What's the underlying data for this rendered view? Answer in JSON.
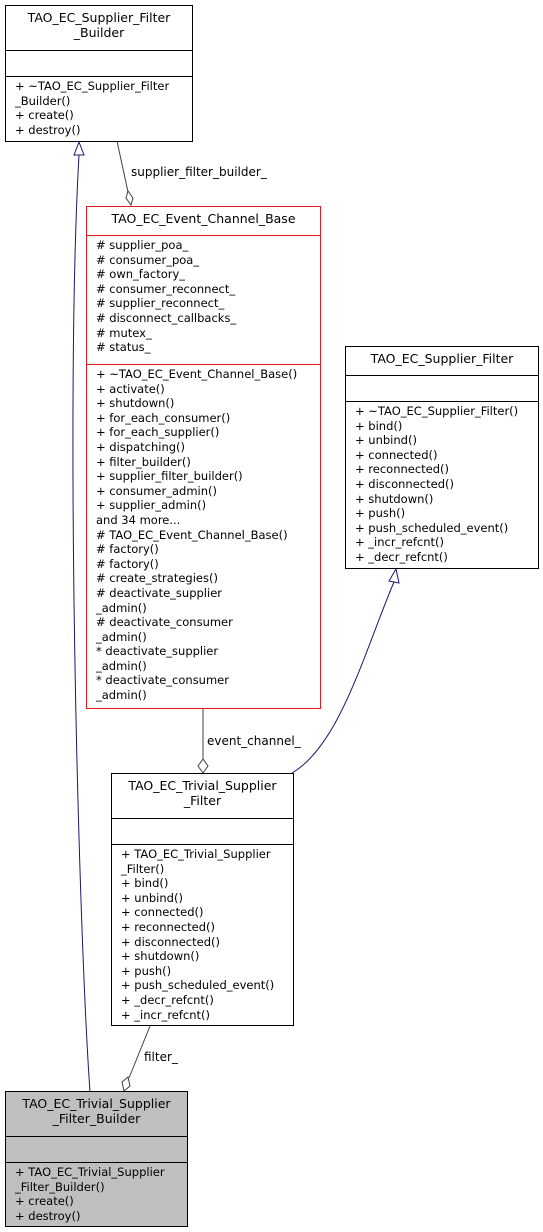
{
  "classes": {
    "supplier_filter_builder": {
      "title": [
        "TAO_EC_Supplier_Filter",
        "_Builder"
      ],
      "attributes": [],
      "operations": [
        "+ ~TAO_EC_Supplier_Filter",
        "_Builder()",
        "+ create()",
        "+ destroy()"
      ]
    },
    "event_channel_base": {
      "title": [
        "TAO_EC_Event_Channel_Base"
      ],
      "attributes": [
        "# supplier_poa_",
        "# consumer_poa_",
        "# own_factory_",
        "# consumer_reconnect_",
        "# supplier_reconnect_",
        "# disconnect_callbacks_",
        "# mutex_",
        "# status_"
      ],
      "operations": [
        "+ ~TAO_EC_Event_Channel_Base()",
        "+ activate()",
        "+ shutdown()",
        "+ for_each_consumer()",
        "+ for_each_supplier()",
        "+ dispatching()",
        "+ filter_builder()",
        "+ supplier_filter_builder()",
        "+ consumer_admin()",
        "+ supplier_admin()",
        "and 34 more...",
        "# TAO_EC_Event_Channel_Base()",
        "# factory()",
        "# factory()",
        "# create_strategies()",
        "# deactivate_supplier",
        "_admin()",
        "# deactivate_consumer",
        "_admin()",
        "* deactivate_supplier",
        "_admin()",
        "* deactivate_consumer",
        "_admin()"
      ]
    },
    "supplier_filter": {
      "title": [
        "TAO_EC_Supplier_Filter"
      ],
      "attributes": [],
      "operations": [
        "+ ~TAO_EC_Supplier_Filter()",
        "+ bind()",
        "+ unbind()",
        "+ connected()",
        "+ reconnected()",
        "+ disconnected()",
        "+ shutdown()",
        "+ push()",
        "+ push_scheduled_event()",
        "+ _incr_refcnt()",
        "+ _decr_refcnt()"
      ]
    },
    "trivial_supplier_filter": {
      "title": [
        "TAO_EC_Trivial_Supplier",
        "_Filter"
      ],
      "attributes": [],
      "operations": [
        "+ TAO_EC_Trivial_Supplier",
        "_Filter()",
        "+ bind()",
        "+ unbind()",
        "+ connected()",
        "+ reconnected()",
        "+ disconnected()",
        "+ shutdown()",
        "+ push()",
        "+ push_scheduled_event()",
        "+ _decr_refcnt()",
        "+ _incr_refcnt()"
      ]
    },
    "trivial_supplier_filter_builder": {
      "title": [
        "TAO_EC_Trivial_Supplier",
        "_Filter_Builder"
      ],
      "attributes": [],
      "operations": [
        "+ TAO_EC_Trivial_Supplier",
        "_Filter_Builder()",
        "+ create()",
        "+ destroy()"
      ]
    }
  },
  "edges": {
    "supplier_filter_builder_label": "supplier_filter_builder_",
    "event_channel_label": "event_channel_",
    "filter_label": "filter_"
  },
  "colors": {
    "inheritance_edge": "#191970",
    "composition_edge": "#404040",
    "highlight_border": "#e31a1c",
    "focus_fill": "#bfbfbf"
  }
}
